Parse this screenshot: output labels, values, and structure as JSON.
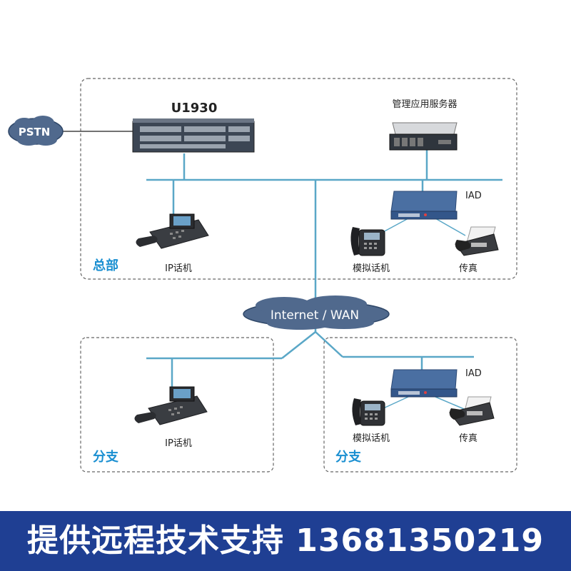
{
  "labels": {
    "pstn": "PSTN",
    "u1930": "U1930",
    "server": "管理应用服务器",
    "iad_hq": "IAD",
    "ip_phone_hq": "IP话机",
    "analog_phone_hq": "模拟话机",
    "fax_hq": "传真",
    "hq": "总部",
    "internet": "Internet / WAN",
    "ip_phone_branch": "IP话机",
    "branch_left": "分支",
    "iad_branch": "IAD",
    "analog_phone_branch": "模拟话机",
    "fax_branch": "传真",
    "branch_right": "分支"
  },
  "colors": {
    "line": "#5aa7c7",
    "region_border": "#666666",
    "cloud_fill": "#50698d",
    "cloud_edge": "#2e4667",
    "banner_bg": "#1f3f93",
    "accent_text": "#1a8fd1"
  },
  "banner": {
    "text": "提供远程技术支持 13681350219"
  }
}
